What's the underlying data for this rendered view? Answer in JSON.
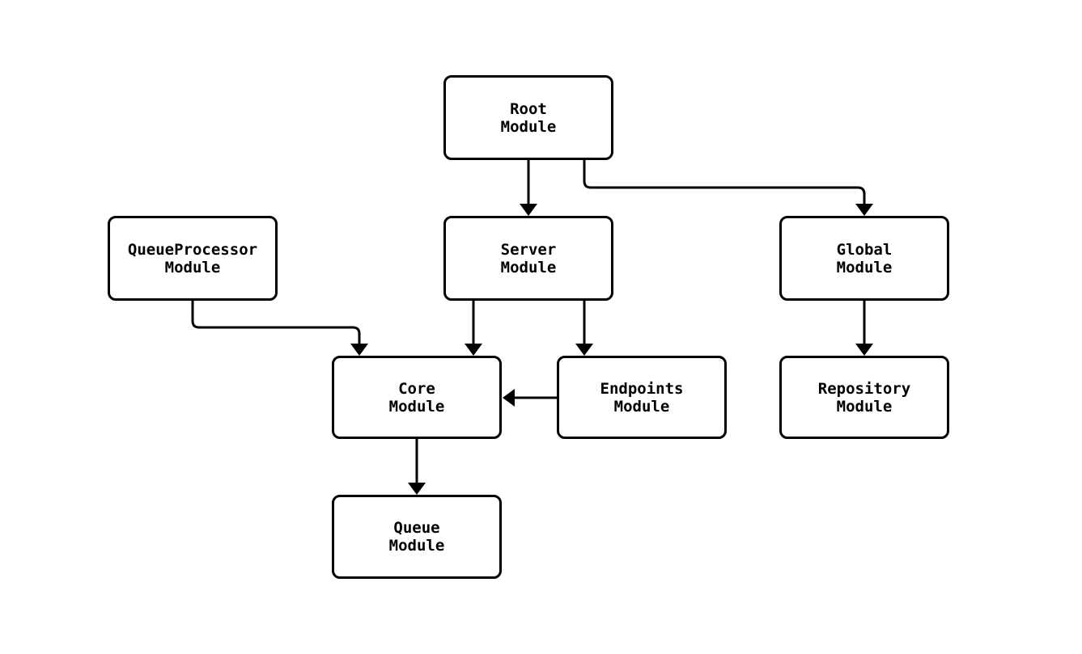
{
  "colors": {
    "background": "#ffffff",
    "node_fill": "#ffffff",
    "node_border": "#000000",
    "edge": "#000000",
    "text": "#000000"
  },
  "nodes": {
    "root": {
      "label": "Root\nModule"
    },
    "queueprocessor": {
      "label": "QueueProcessor\nModule"
    },
    "server": {
      "label": "Server\nModule"
    },
    "global": {
      "label": "Global\nModule"
    },
    "core": {
      "label": "Core\nModule"
    },
    "endpoints": {
      "label": "Endpoints\nModule"
    },
    "repository": {
      "label": "Repository\nModule"
    },
    "queue": {
      "label": "Queue\nModule"
    }
  },
  "edges": [
    {
      "from": "Root Module",
      "to": "Server Module"
    },
    {
      "from": "Root Module",
      "to": "Global Module"
    },
    {
      "from": "QueueProcessor Module",
      "to": "Core Module"
    },
    {
      "from": "Server Module",
      "to": "Core Module"
    },
    {
      "from": "Server Module",
      "to": "Endpoints Module"
    },
    {
      "from": "Endpoints Module",
      "to": "Core Module"
    },
    {
      "from": "Global Module",
      "to": "Repository Module"
    },
    {
      "from": "Core Module",
      "to": "Queue Module"
    }
  ]
}
